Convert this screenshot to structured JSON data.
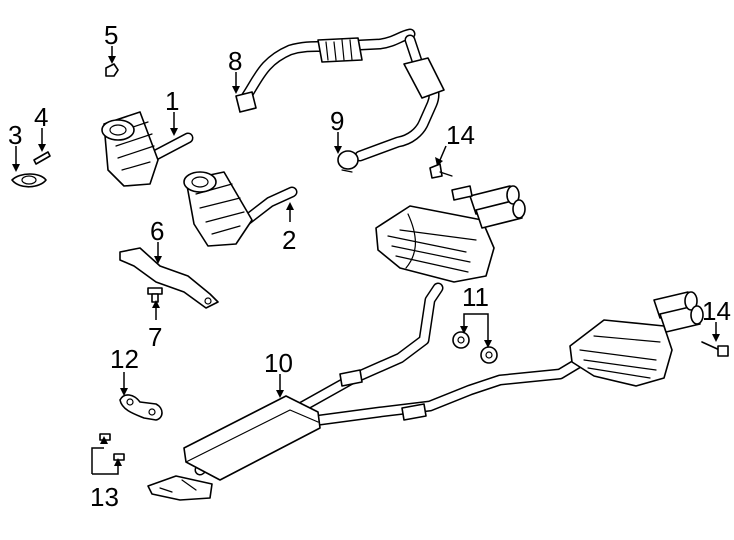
{
  "diagram": {
    "callouts": [
      {
        "id": "c1",
        "label": "1"
      },
      {
        "id": "c2",
        "label": "2"
      },
      {
        "id": "c3",
        "label": "3"
      },
      {
        "id": "c4",
        "label": "4"
      },
      {
        "id": "c5",
        "label": "5"
      },
      {
        "id": "c6",
        "label": "6"
      },
      {
        "id": "c7",
        "label": "7"
      },
      {
        "id": "c8",
        "label": "8"
      },
      {
        "id": "c9",
        "label": "9"
      },
      {
        "id": "c10",
        "label": "10"
      },
      {
        "id": "c11",
        "label": "11"
      },
      {
        "id": "c12",
        "label": "12"
      },
      {
        "id": "c13",
        "label": "13"
      },
      {
        "id": "c14a",
        "label": "14"
      },
      {
        "id": "c14b",
        "label": "14"
      }
    ]
  },
  "colors": {
    "line": "#000000",
    "background": "#ffffff"
  }
}
